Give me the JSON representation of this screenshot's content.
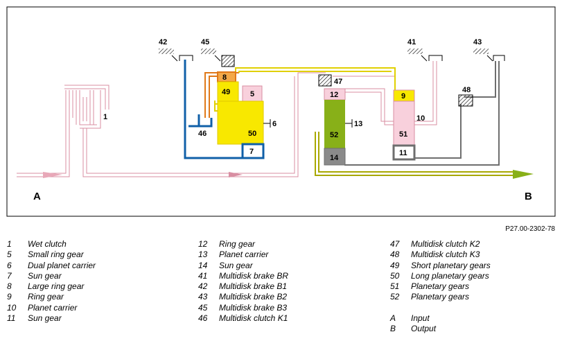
{
  "diagram": {
    "boxes": {
      "b8": "8",
      "b49": "49",
      "b5": "5",
      "b50": "50",
      "b7": "7",
      "b12": "12",
      "b52": "52",
      "b14": "14",
      "b9": "9",
      "b51": "51",
      "b11": "11"
    },
    "callouts": {
      "c1": "1",
      "c42": "42",
      "c45": "45",
      "c46": "46",
      "c6": "6",
      "c47": "47",
      "c13": "13",
      "c41": "41",
      "c10": "10",
      "c43": "43",
      "c48": "48"
    },
    "input_label": "A",
    "output_label": "B",
    "colors": {
      "pink_line": "#e8a8b8",
      "pink_fill": "#f8d0dc",
      "yellow": "#f8e800",
      "orange": "#e07818",
      "blue": "#1060a8",
      "green": "#88b018",
      "grey": "#6e6e6e",
      "olive": "#a8a800"
    }
  },
  "ref_code": "P27.00-2302-78",
  "legend": {
    "col1": [
      {
        "num": "1",
        "text": "Wet clutch"
      },
      {
        "num": "5",
        "text": "Small ring gear"
      },
      {
        "num": "6",
        "text": "Dual planet carrier"
      },
      {
        "num": "7",
        "text": "Sun gear"
      },
      {
        "num": "8",
        "text": "Large ring gear"
      },
      {
        "num": "9",
        "text": "Ring gear"
      },
      {
        "num": "10",
        "text": "Planet carrier"
      },
      {
        "num": "11",
        "text": "Sun gear"
      }
    ],
    "col2": [
      {
        "num": "12",
        "text": "Ring gear"
      },
      {
        "num": "13",
        "text": "Planet carrier"
      },
      {
        "num": "14",
        "text": "Sun gear"
      },
      {
        "num": "41",
        "text": "Multidisk brake BR"
      },
      {
        "num": "42",
        "text": "Multidisk brake B1"
      },
      {
        "num": "43",
        "text": "Multidisk brake B2"
      },
      {
        "num": "45",
        "text": "Multidisk brake B3"
      },
      {
        "num": "46",
        "text": "Multidisk clutch K1"
      }
    ],
    "col3": [
      {
        "num": "47",
        "text": "Multidisk clutch K2"
      },
      {
        "num": "48",
        "text": "Multidisk clutch K3"
      },
      {
        "num": "49",
        "text": "Short planetary gears"
      },
      {
        "num": "50",
        "text": "Long planetary gears"
      },
      {
        "num": "51",
        "text": "Planetary gears"
      },
      {
        "num": "52",
        "text": "Planetary gears"
      }
    ],
    "col3b": [
      {
        "num": "A",
        "text": "Input"
      },
      {
        "num": "B",
        "text": "Output"
      }
    ]
  }
}
